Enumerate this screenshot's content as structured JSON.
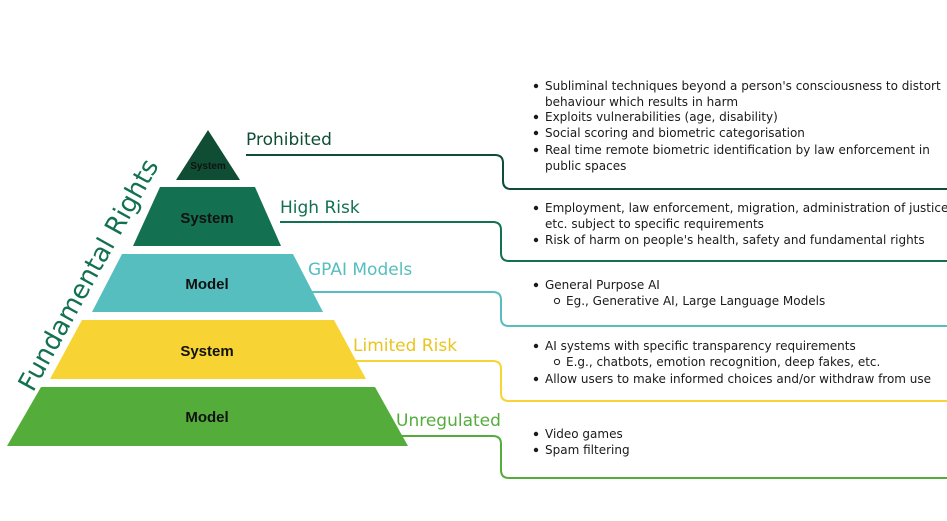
{
  "side_label": "Fundamental Rights",
  "colors": {
    "prohibited": "#0f4d35",
    "high_risk": "#137152",
    "gpai": "#56bebe",
    "limited": "#f7d433",
    "unregulated": "#54ad3b"
  },
  "tiers": [
    {
      "id": "prohibited",
      "tier_label": "System",
      "level_label": "Prohibited",
      "bullets": [
        "Subliminal techniques beyond a person's consciousness to distort",
        "behaviour which results in harm",
        "Exploits vulnerabilities (age, disability)",
        "Social scoring and biometric categorisation",
        "Real time remote biometric identification by law enforcement in",
        "public spaces"
      ]
    },
    {
      "id": "high-risk",
      "tier_label": "System",
      "level_label": "High Risk",
      "bullets": [
        "Employment, law enforcement, migration, administration of justice,",
        "etc. subject to specific requirements",
        "Risk of harm on people's health, safety and fundamental rights"
      ]
    },
    {
      "id": "gpai",
      "tier_label": "Model",
      "level_label": "GPAI Models",
      "bullets": [
        "General Purpose AI",
        "Eg., Generative AI, Large Language Models"
      ]
    },
    {
      "id": "limited-risk",
      "tier_label": "System",
      "level_label": "Limited Risk",
      "bullets": [
        "AI systems with specific transparency requirements",
        "E.g., chatbots, emotion recognition, deep fakes, etc.",
        "Allow users to make informed choices and/or withdraw from use"
      ]
    },
    {
      "id": "unregulated",
      "tier_label": "Model",
      "level_label": "Unregulated",
      "bullets": [
        "Video games",
        "Spam filtering"
      ]
    }
  ]
}
